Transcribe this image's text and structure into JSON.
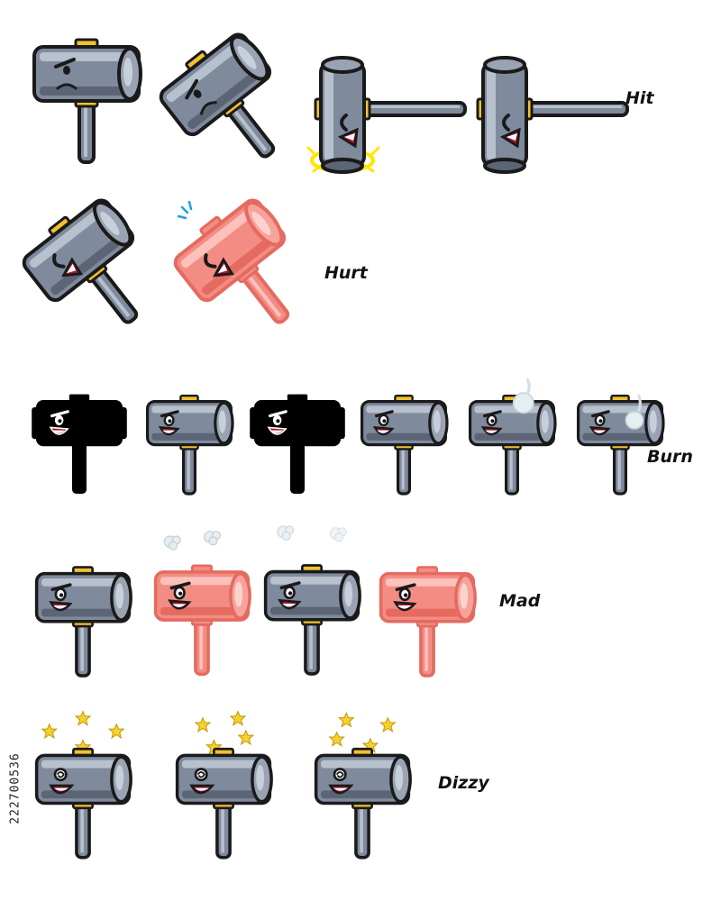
{
  "palette": {
    "steel_head": "#7f8a9c",
    "steel_shade": "#5c6575",
    "steel_light": "#b7c0cd",
    "outline": "#1a1a1a",
    "gold_band": "#f2c230",
    "hurt_red": "#f38d84",
    "hurt_red_shade": "#e56a60",
    "hurt_red_light": "#fbc1bb",
    "silhouette": "#000000",
    "star": "#f6d22b",
    "impact_yellow": "#ffe500",
    "smoke": "#e7eef2"
  },
  "animations": [
    {
      "name": "hit",
      "label": "Hit",
      "frame_count": 4,
      "icon": "hammer-character-icon"
    },
    {
      "name": "hurt",
      "label": "Hurt",
      "frame_count": 2,
      "icon": "hammer-character-icon"
    },
    {
      "name": "burn",
      "label": "Burn",
      "frame_count": 6,
      "icon": "hammer-character-icon"
    },
    {
      "name": "mad",
      "label": "Mad",
      "frame_count": 4,
      "icon": "hammer-character-icon"
    },
    {
      "name": "dizzy",
      "label": "Dizzy",
      "frame_count": 3,
      "icon": "hammer-character-icon"
    }
  ],
  "watermark": {
    "stock_id": "222700536"
  }
}
